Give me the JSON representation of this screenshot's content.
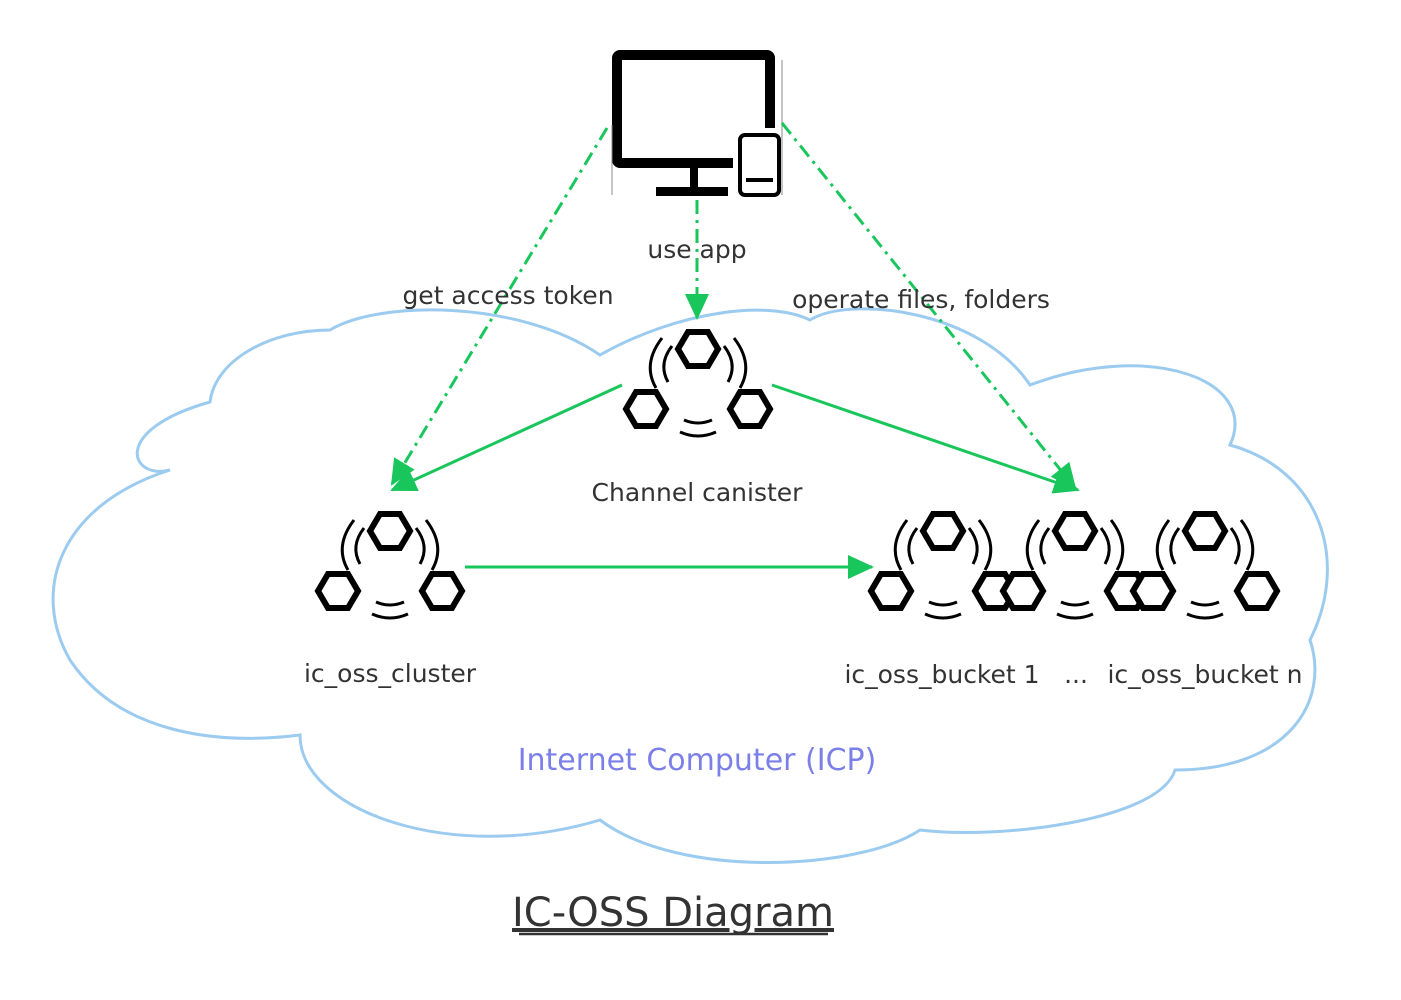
{
  "colors": {
    "cloud_stroke": "#9ccbf0",
    "arrow_green": "#19c65b",
    "cloud_label": "#7b7fe8",
    "text": "#333333"
  },
  "edges": {
    "get_access_token": "get access token",
    "use_app": "use app",
    "operate_files": "operate files, folders"
  },
  "nodes": {
    "channel": "Channel canister",
    "cluster": "ic_oss_cluster",
    "bucket_1": "ic_oss_bucket 1",
    "ellipsis": "...",
    "bucket_n": "ic_oss_bucket n"
  },
  "cloud": {
    "label": "Internet Computer (ICP)"
  },
  "footer": {
    "title": "IC-OSS Diagram"
  },
  "icons": {
    "client": "desktop-and-phone-icon",
    "canister": "canister-hexagon-cluster-icon"
  }
}
